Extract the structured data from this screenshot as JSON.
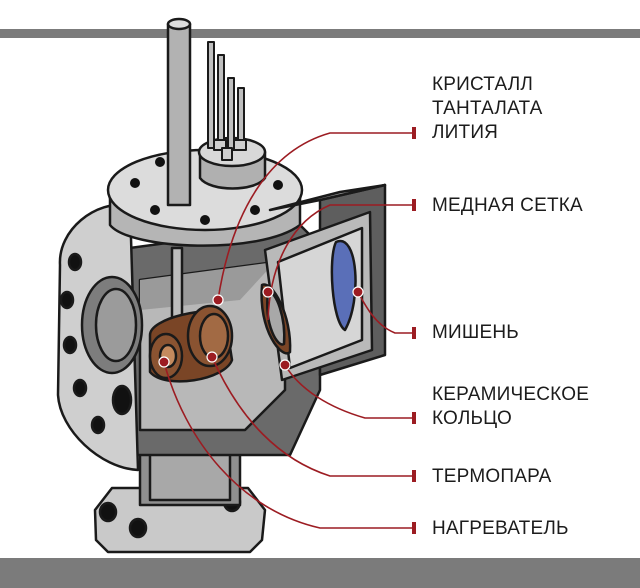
{
  "labels": {
    "crystal_line1": "КРИСТАЛЛ",
    "crystal_line2": "ТАНТАЛАТА",
    "crystal_line3": "ЛИТИЯ",
    "copper_mesh": "МЕДНАЯ СЕТКА",
    "target": "МИШЕНЬ",
    "ceramic_line1": "КЕРАМИЧЕСКОЕ",
    "ceramic_line2": "КОЛЬЦО",
    "thermocouple": "ТЕРМОПАРА",
    "heater": "НАГРЕВАТЕЛЬ"
  },
  "colors": {
    "bar": "#7b7b7b",
    "metal_light": "#d4d4d4",
    "metal_mid": "#a3a3a3",
    "metal_dark": "#5a5a5a",
    "outline": "#1a1a1a",
    "copper": "#7a4526",
    "copper_light": "#a26a44",
    "target_blue": "#5a6fb8",
    "leader_line": "#9c1c22",
    "text": "#1c1c1c"
  }
}
